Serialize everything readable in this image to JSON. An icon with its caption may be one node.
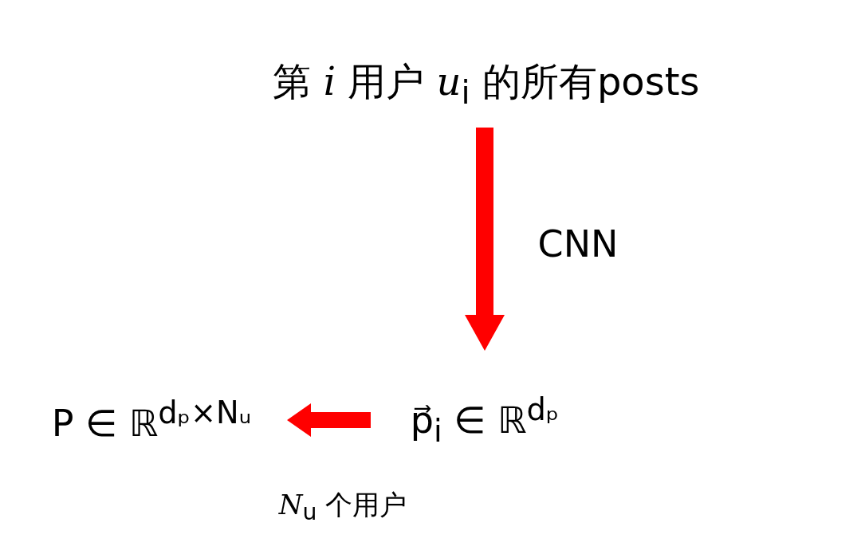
{
  "diagram": {
    "nodes": [
      {
        "text": [
          "第 *i* 用户 *u*$_{i}$ 的所有posts"
        ]
      },
      {
        "text": [
          "p⃗$_{i}$ ∈ ℝ$^{dₚ}$"
        ]
      },
      {
        "text": [
          "P ∈ ℝ$^{dₚ×Nᵤ}$"
        ]
      }
    ],
    "edges": [
      {
        "from": 0,
        "to": 1,
        "arrow": "to",
        "label": "CNN",
        "style": "thick",
        "color": "#ff0000"
      },
      {
        "from": 1,
        "to": 2,
        "arrow": "to",
        "style": "thick",
        "color": "#ff0000"
      }
    ],
    "labels": [
      "*N*$_{u}$ 个用户"
    ]
  }
}
